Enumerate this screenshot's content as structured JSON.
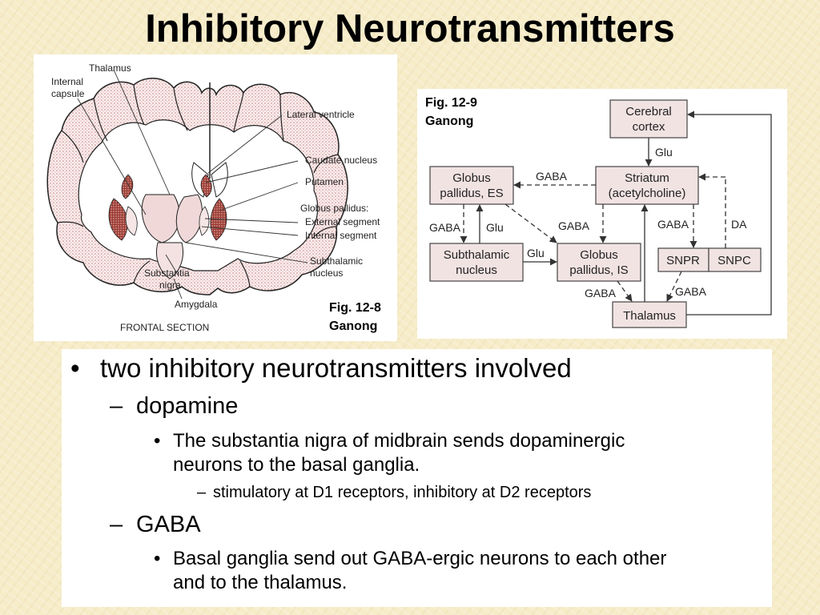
{
  "title": "Inhibitory Neurotransmitters",
  "brain_figure": {
    "caption_line1": "Fig. 12-8",
    "caption_line2": "Ganong",
    "labels": {
      "thalamus": "Thalamus",
      "internal_capsule_1": "Internal",
      "internal_capsule_2": "capsule",
      "lateral_ventricle": "Lateral ventricle",
      "caudate_nucleus": "Caudate nucleus",
      "putamen": "Putamen",
      "globus_pallidus": "Globus pallidus:",
      "external_segment": "External segment",
      "internal_segment": "Internal segment",
      "subthalamic_1": "Subthalamic",
      "subthalamic_2": "nucleus",
      "substantia_1": "Substantia",
      "substantia_2": "nigra",
      "amygdala": "Amygdala",
      "frontal_section": "FRONTAL SECTION"
    }
  },
  "circuit_figure": {
    "caption_line1": "Fig. 12-9",
    "caption_line2": "Ganong",
    "boxes": {
      "cerebral_cortex": [
        "Cerebral",
        "cortex"
      ],
      "striatum": [
        "Striatum",
        "(acetylcholine)"
      ],
      "globus_pallidus_es": [
        "Globus",
        "pallidus, ES"
      ],
      "subthalamic_nucleus": [
        "Subthalamic",
        "nucleus"
      ],
      "globus_pallidus_is": [
        "Globus",
        "pallidus, IS"
      ],
      "snpr": "SNPR",
      "snpc": "SNPC",
      "thalamus": "Thalamus"
    },
    "edge_labels": {
      "cortex_to_striatum": "Glu",
      "striatum_to_gpes": "GABA",
      "gpes_to_stn": "GABA",
      "stn_to_gpes": "Glu",
      "striatum_to_gpis": "GABA",
      "stn_to_gpis": "Glu",
      "striatum_to_snpr": "GABA",
      "snpc_to_striatum": "DA",
      "gpis_to_thalamus": "GABA",
      "snpr_to_thalamus": "GABA"
    }
  },
  "text_box": {
    "l1_bullet": "•",
    "l1_text": "two inhibitory neurotransmitters involved",
    "l2a_dash": "–",
    "l2a_text": "dopamine",
    "l3a_bullet": "•",
    "l3a_line1": "The substantia nigra of midbrain sends dopaminergic",
    "l3a_line2": "neurons to the basal ganglia.",
    "l4_dash": "–",
    "l4_text": "stimulatory at D1 receptors, inhibitory at D2 receptors",
    "l2b_dash": "–",
    "l2b_text": "GABA",
    "l3b_bullet": "•",
    "l3b_line1": "Basal ganglia send out GABA-ergic neurons to each other",
    "l3b_line2": "and to the thalamus."
  }
}
